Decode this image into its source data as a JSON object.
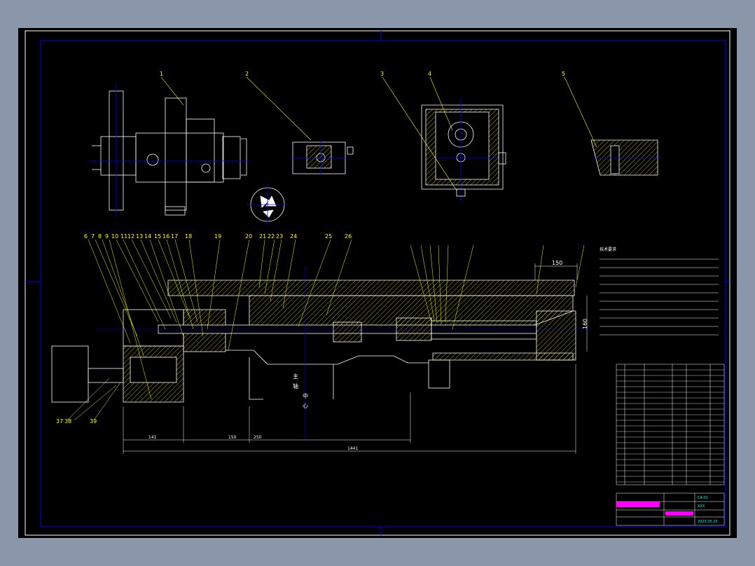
{
  "colors": {
    "background": "#000000",
    "frame": "#0000ff",
    "outline": "#ffffff",
    "hatch": "#ffff00",
    "center": "#0000ff",
    "dimension": "#ffffff",
    "balloon": "#ffff00",
    "magenta": "#ff00ff",
    "cyan": "#00ffff"
  },
  "view_labels": [
    "1",
    "2",
    "3",
    "4",
    "5"
  ],
  "part_numbers_top": [
    "6",
    "7",
    "8",
    "9",
    "10",
    "11",
    "12",
    "13",
    "14",
    "15",
    "16",
    "17",
    "18",
    "19",
    "20",
    "21",
    "22",
    "23",
    "24",
    "25",
    "26"
  ],
  "part_numbers_bottom": [
    "37",
    "38",
    "39"
  ],
  "dimensions": {
    "d150": "150",
    "d160": "160",
    "d_left": "141",
    "d_mid1": "150",
    "d_mid2": "250",
    "d_total": "1441"
  },
  "center_text": [
    "主",
    "轴",
    "中",
    "心"
  ],
  "notes_title": "技术要求",
  "title_block": {
    "drawing_no": "CA-01",
    "school": "XXX",
    "date": "2023.05.20"
  }
}
